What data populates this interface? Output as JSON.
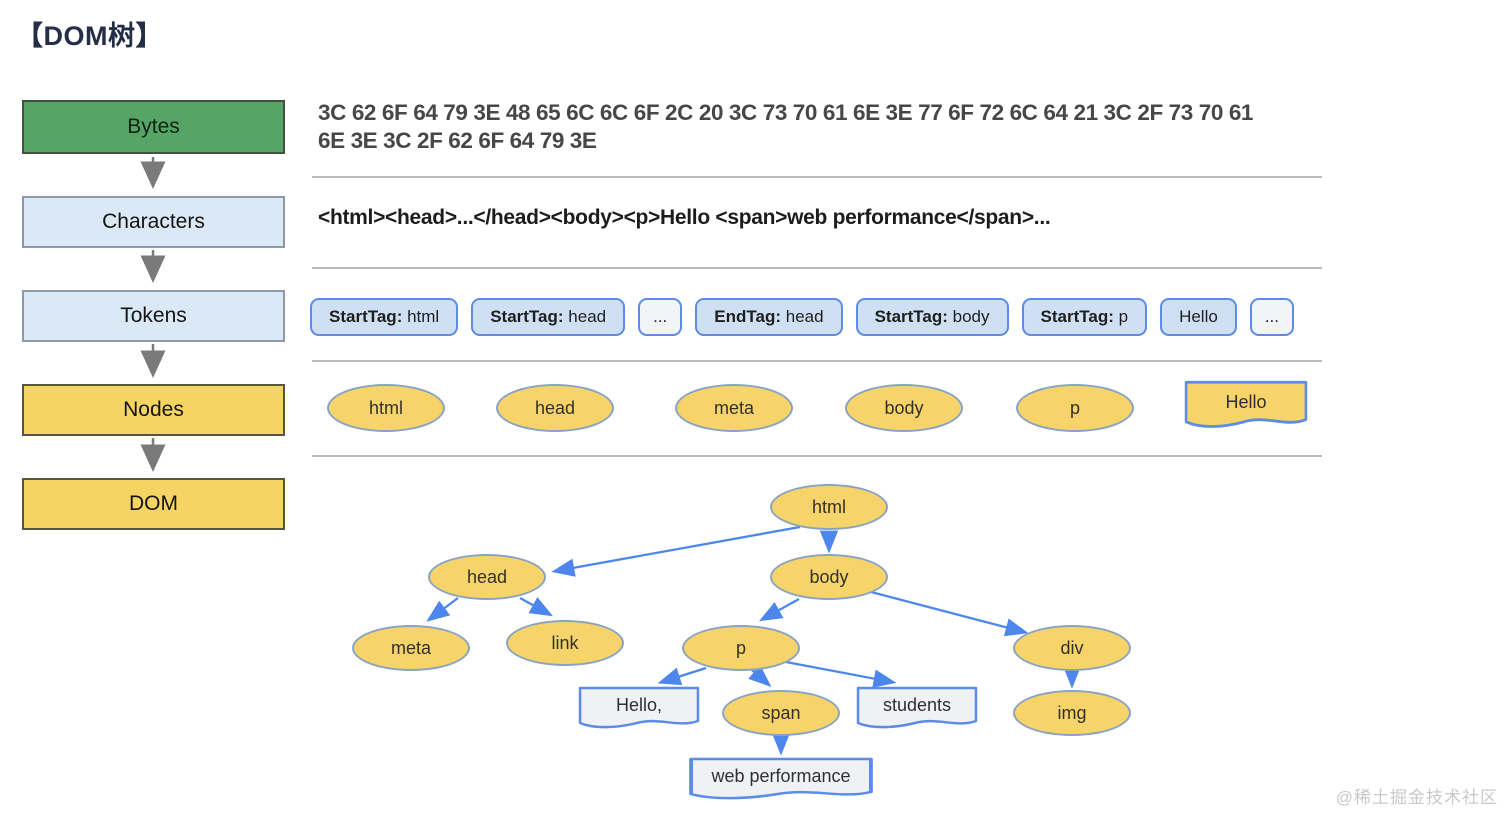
{
  "title": "【DOM树】",
  "watermark": "@稀土掘金技术社区",
  "colors": {
    "stage_green": "#56a566",
    "stage_light_blue": "#dbe8f6",
    "stage_yellow": "#f6d464",
    "token_fill": "#cfe0f4",
    "token_border": "#5c8ce8",
    "node_fill": "#f6d46a",
    "node_border": "#89a3c2",
    "tree_arrow_blue": "#4d87ee",
    "flow_arrow_gray": "#7a7a7a"
  },
  "pipeline": {
    "stages": [
      {
        "label": "Bytes"
      },
      {
        "label": "Characters"
      },
      {
        "label": "Tokens"
      },
      {
        "label": "Nodes"
      },
      {
        "label": "DOM"
      }
    ]
  },
  "bytes_row": {
    "line1": "3C 62 6F 64 79 3E 48 65 6C 6C 6F 2C 20 3C 73 70 61 6E 3E 77 6F 72 6C 64 21 3C 2F 73 70 61",
    "line2": "6E 3E 3C 2F 62 6F 64 79 3E"
  },
  "characters_row": {
    "text": "<html><head>...</head><body><p>Hello <span>web performance</span>..."
  },
  "tokens_row": {
    "items": [
      {
        "bold": "StartTag:",
        "rest": " html"
      },
      {
        "bold": "StartTag:",
        "rest": " head"
      },
      {
        "bold": "",
        "rest": "..."
      },
      {
        "bold": "EndTag:",
        "rest": " head"
      },
      {
        "bold": "StartTag:",
        "rest": " body"
      },
      {
        "bold": "StartTag:",
        "rest": " p"
      },
      {
        "bold": "",
        "rest": "Hello"
      },
      {
        "bold": "",
        "rest": "..."
      }
    ]
  },
  "nodes_row": {
    "items": [
      {
        "label": "html",
        "shape": "ellipse"
      },
      {
        "label": "head",
        "shape": "ellipse"
      },
      {
        "label": "meta",
        "shape": "ellipse"
      },
      {
        "label": "body",
        "shape": "ellipse"
      },
      {
        "label": "p",
        "shape": "ellipse"
      },
      {
        "label": "Hello",
        "shape": "flag"
      }
    ]
  },
  "dom_tree": {
    "nodes": [
      {
        "id": "html",
        "label": "html",
        "shape": "ellipse"
      },
      {
        "id": "head",
        "label": "head",
        "shape": "ellipse"
      },
      {
        "id": "body",
        "label": "body",
        "shape": "ellipse"
      },
      {
        "id": "meta",
        "label": "meta",
        "shape": "ellipse"
      },
      {
        "id": "link",
        "label": "link",
        "shape": "ellipse"
      },
      {
        "id": "p",
        "label": "p",
        "shape": "ellipse"
      },
      {
        "id": "div",
        "label": "div",
        "shape": "ellipse"
      },
      {
        "id": "text-hello",
        "label": "Hello,",
        "shape": "flag"
      },
      {
        "id": "span",
        "label": "span",
        "shape": "ellipse"
      },
      {
        "id": "text-students",
        "label": "students",
        "shape": "flag"
      },
      {
        "id": "text-web-performance",
        "label": "web performance",
        "shape": "flag"
      },
      {
        "id": "img",
        "label": "img",
        "shape": "ellipse"
      }
    ],
    "edges": [
      [
        "html",
        "head"
      ],
      [
        "html",
        "body"
      ],
      [
        "head",
        "meta"
      ],
      [
        "head",
        "link"
      ],
      [
        "body",
        "p"
      ],
      [
        "body",
        "div"
      ],
      [
        "p",
        "text-hello"
      ],
      [
        "p",
        "span"
      ],
      [
        "p",
        "text-students"
      ],
      [
        "span",
        "text-web-performance"
      ],
      [
        "div",
        "img"
      ]
    ]
  }
}
